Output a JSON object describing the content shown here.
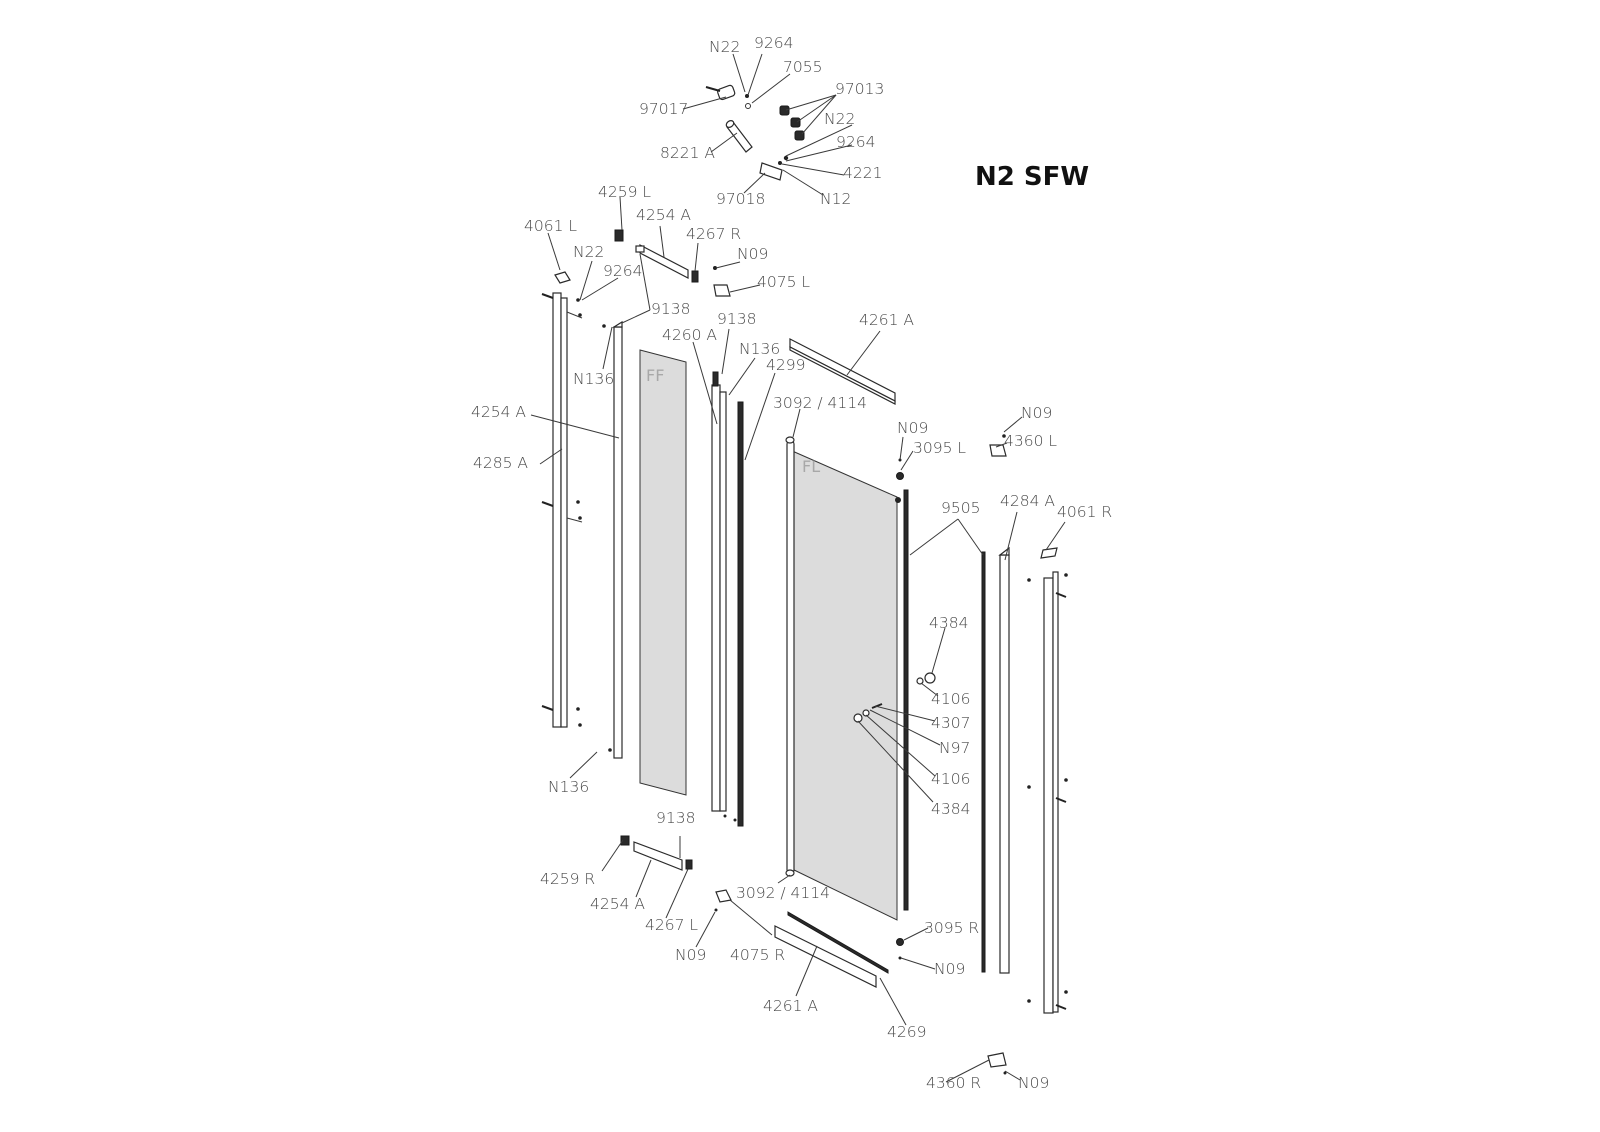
{
  "title": "N2 SFW",
  "glass": {
    "fixed_label": "FF",
    "door_label": "FL"
  },
  "labels": [
    {
      "id": "n22-top",
      "text": "N22"
    },
    {
      "id": "9264-top",
      "text": "9264"
    },
    {
      "id": "7055",
      "text": "7055"
    },
    {
      "id": "97013",
      "text": "97013"
    },
    {
      "id": "97017",
      "text": "97017"
    },
    {
      "id": "n22-mid",
      "text": "N22"
    },
    {
      "id": "9264-mid",
      "text": "9264"
    },
    {
      "id": "8221a",
      "text": "8221 A"
    },
    {
      "id": "4221",
      "text": "4221"
    },
    {
      "id": "97018",
      "text": "97018"
    },
    {
      "id": "n12",
      "text": "N12"
    },
    {
      "id": "4259l",
      "text": "4259 L"
    },
    {
      "id": "4254a-top",
      "text": "4254 A"
    },
    {
      "id": "4061l",
      "text": "4061 L"
    },
    {
      "id": "4267r",
      "text": "4267 R"
    },
    {
      "id": "n22-left",
      "text": "N22"
    },
    {
      "id": "n09-top",
      "text": "N09"
    },
    {
      "id": "9264-left",
      "text": "9264"
    },
    {
      "id": "4075l",
      "text": "4075 L"
    },
    {
      "id": "9138-left",
      "text": "9138"
    },
    {
      "id": "9138-mid",
      "text": "9138"
    },
    {
      "id": "4261a-top",
      "text": "4261 A"
    },
    {
      "id": "4260a",
      "text": "4260 A"
    },
    {
      "id": "n136-top",
      "text": "N136"
    },
    {
      "id": "n136-left",
      "text": "N136"
    },
    {
      "id": "4299",
      "text": "4299"
    },
    {
      "id": "3092-top",
      "text": "3092 / 4114"
    },
    {
      "id": "4254a-side",
      "text": "4254 A"
    },
    {
      "id": "n09-right",
      "text": "N09"
    },
    {
      "id": "n09-door",
      "text": "N09"
    },
    {
      "id": "4360l",
      "text": "4360 L"
    },
    {
      "id": "3095l",
      "text": "3095 L"
    },
    {
      "id": "4285a",
      "text": "4285 A"
    },
    {
      "id": "9505",
      "text": "9505"
    },
    {
      "id": "4284a",
      "text": "4284 A"
    },
    {
      "id": "4061r",
      "text": "4061 R"
    },
    {
      "id": "4384-top",
      "text": "4384"
    },
    {
      "id": "4106-top",
      "text": "4106"
    },
    {
      "id": "4307",
      "text": "4307"
    },
    {
      "id": "n97",
      "text": "N97"
    },
    {
      "id": "4106-bot",
      "text": "4106"
    },
    {
      "id": "n136-bot",
      "text": "N136"
    },
    {
      "id": "4384-bot",
      "text": "4384"
    },
    {
      "id": "9138-bot",
      "text": "9138"
    },
    {
      "id": "4259r",
      "text": "4259 R"
    },
    {
      "id": "3092-bot",
      "text": "3092 / 4114"
    },
    {
      "id": "4254a-bot",
      "text": "4254 A"
    },
    {
      "id": "3095r",
      "text": "3095 R"
    },
    {
      "id": "4267l",
      "text": "4267 L"
    },
    {
      "id": "n09-bot",
      "text": "N09"
    },
    {
      "id": "4075r",
      "text": "4075 R"
    },
    {
      "id": "n09-bot-right",
      "text": "N09"
    },
    {
      "id": "4261a-bot",
      "text": "4261 A"
    },
    {
      "id": "4269",
      "text": "4269"
    },
    {
      "id": "4360r",
      "text": "4360 R"
    },
    {
      "id": "n09-bottom",
      "text": "N09"
    }
  ]
}
